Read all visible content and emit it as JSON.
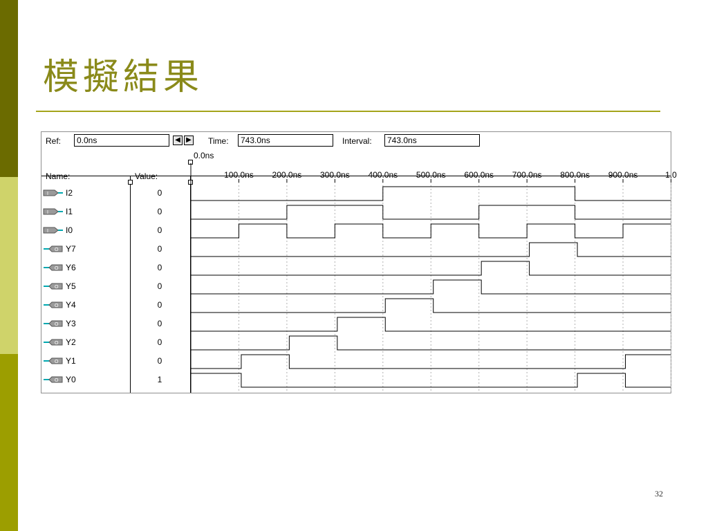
{
  "slide": {
    "title": "模擬結果",
    "page_number": "32"
  },
  "toolbar": {
    "ref_label": "Ref:",
    "ref_value": "0.0ns",
    "time_label": "Time:",
    "time_value": "743.0ns",
    "interval_label": "Interval:",
    "interval_value": "743.0ns",
    "prev_icon": "arrow-left-icon",
    "next_icon": "arrow-right-icon"
  },
  "columns": {
    "name_header": "Name:",
    "value_header": "Value:"
  },
  "timeline": {
    "cursor_label": "0.0ns",
    "ticks": [
      "100.0ns",
      "200.0ns",
      "300.0ns",
      "400.0ns",
      "500.0ns",
      "600.0ns",
      "700.0ns",
      "800.0ns",
      "900.0ns",
      "1.0"
    ]
  },
  "signals": [
    {
      "name": "I2",
      "type": "input",
      "value": "0",
      "wave": [
        [
          0,
          0
        ],
        [
          400,
          1
        ],
        [
          800,
          0
        ]
      ]
    },
    {
      "name": "I1",
      "type": "input",
      "value": "0",
      "wave": [
        [
          0,
          0
        ],
        [
          200,
          1
        ],
        [
          400,
          0
        ],
        [
          600,
          1
        ],
        [
          800,
          0
        ]
      ]
    },
    {
      "name": "I0",
      "type": "input",
      "value": "0",
      "wave": [
        [
          0,
          0
        ],
        [
          100,
          1
        ],
        [
          200,
          0
        ],
        [
          300,
          1
        ],
        [
          400,
          0
        ],
        [
          500,
          1
        ],
        [
          600,
          0
        ],
        [
          700,
          1
        ],
        [
          800,
          0
        ],
        [
          900,
          1
        ]
      ]
    },
    {
      "name": "Y7",
      "type": "output",
      "value": "0",
      "wave": [
        [
          0,
          0
        ],
        [
          705,
          1
        ],
        [
          805,
          0
        ]
      ]
    },
    {
      "name": "Y6",
      "type": "output",
      "value": "0",
      "wave": [
        [
          0,
          0
        ],
        [
          605,
          1
        ],
        [
          705,
          0
        ]
      ]
    },
    {
      "name": "Y5",
      "type": "output",
      "value": "0",
      "wave": [
        [
          0,
          0
        ],
        [
          505,
          1
        ],
        [
          605,
          0
        ]
      ]
    },
    {
      "name": "Y4",
      "type": "output",
      "value": "0",
      "wave": [
        [
          0,
          0
        ],
        [
          405,
          1
        ],
        [
          505,
          0
        ]
      ]
    },
    {
      "name": "Y3",
      "type": "output",
      "value": "0",
      "wave": [
        [
          0,
          0
        ],
        [
          305,
          1
        ],
        [
          405,
          0
        ]
      ]
    },
    {
      "name": "Y2",
      "type": "output",
      "value": "0",
      "wave": [
        [
          0,
          0
        ],
        [
          205,
          1
        ],
        [
          305,
          0
        ]
      ]
    },
    {
      "name": "Y1",
      "type": "output",
      "value": "0",
      "wave": [
        [
          0,
          0
        ],
        [
          105,
          1
        ],
        [
          205,
          0
        ],
        [
          905,
          1
        ]
      ]
    },
    {
      "name": "Y0",
      "type": "output",
      "value": "1",
      "wave": [
        [
          0,
          1
        ],
        [
          105,
          0
        ],
        [
          805,
          1
        ],
        [
          905,
          0
        ]
      ]
    }
  ],
  "icons": {
    "input_pin": "input-pin-icon",
    "output_pin": "output-pin-icon"
  }
}
